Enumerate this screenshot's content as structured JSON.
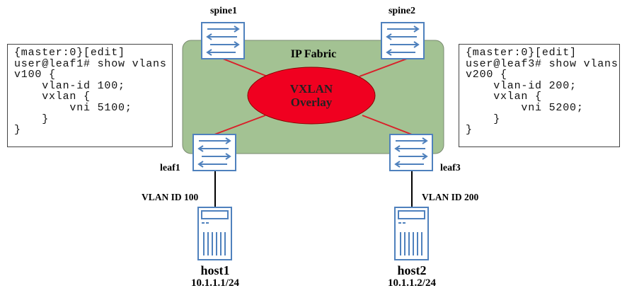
{
  "fabric": {
    "label": "IP Fabric",
    "overlay_line1": "VXLAN",
    "overlay_line2": "Overlay"
  },
  "switches": {
    "spine1": "spine1",
    "spine2": "spine2",
    "leaf1": "leaf1",
    "leaf3": "leaf3"
  },
  "links": {
    "left_vlan": "VLAN ID 100",
    "right_vlan": "VLAN ID 200"
  },
  "hosts": [
    {
      "name": "host1",
      "ip": "10.1.1.1/24"
    },
    {
      "name": "host2",
      "ip": "10.1.1.2/24"
    }
  ],
  "cli_left": [
    "{master:0}[edit]",
    "user@leaf1# show vlans",
    "v100 {",
    "    vlan-id 100;",
    "    vxlan {",
    "        vni 5100;",
    "    }",
    "}"
  ],
  "cli_right": [
    "{master:0}[edit]",
    "user@leaf3# show vlans",
    "v200 {",
    "    vlan-id 200;",
    "    vxlan {",
    "        vni 5200;",
    "    }",
    "}"
  ],
  "colors": {
    "fabric": "#a3c293",
    "overlay": "#f00020",
    "switch": "#4f81bd",
    "link": "#d9202a"
  }
}
